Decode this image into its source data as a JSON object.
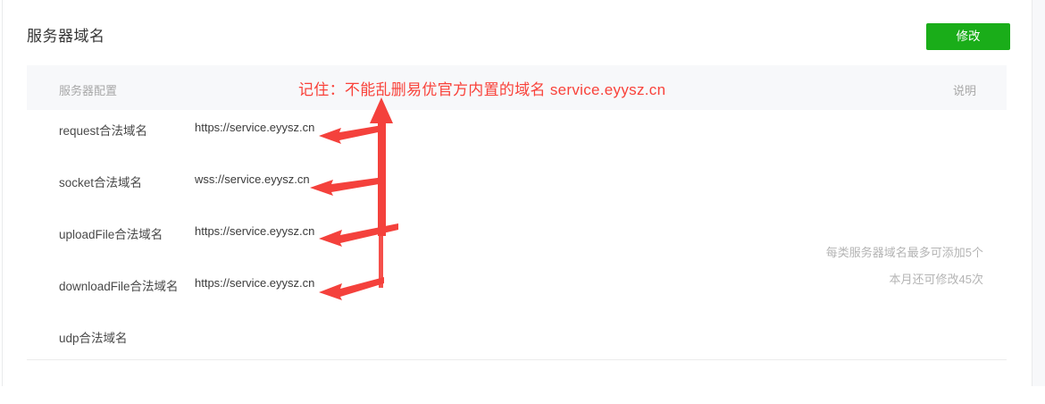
{
  "header": {
    "title": "服务器域名",
    "modify_button_label": "修改",
    "accent_color": "#1aad19"
  },
  "table": {
    "columns": [
      {
        "key": "config",
        "label": "服务器配置"
      },
      {
        "key": "note",
        "label": "说明"
      }
    ],
    "rows": [
      {
        "label": "request合法域名",
        "value": "https://service.eyysz.cn"
      },
      {
        "label": "socket合法域名",
        "value": "wss://service.eyysz.cn"
      },
      {
        "label": "uploadFile合法域名",
        "value": "https://service.eyysz.cn"
      },
      {
        "label": "downloadFile合法域名",
        "value": "https://service.eyysz.cn"
      },
      {
        "label": "udp合法域名",
        "value": ""
      }
    ],
    "notes": [
      "每类服务器域名最多可添加5个",
      "本月还可修改45次"
    ]
  },
  "annotation": {
    "text": "记住：不能乱删易优官方内置的域名 service.eyysz.cn",
    "color": "#f9423a",
    "arrow_color": "#f4413c",
    "arrow_count": 4
  }
}
